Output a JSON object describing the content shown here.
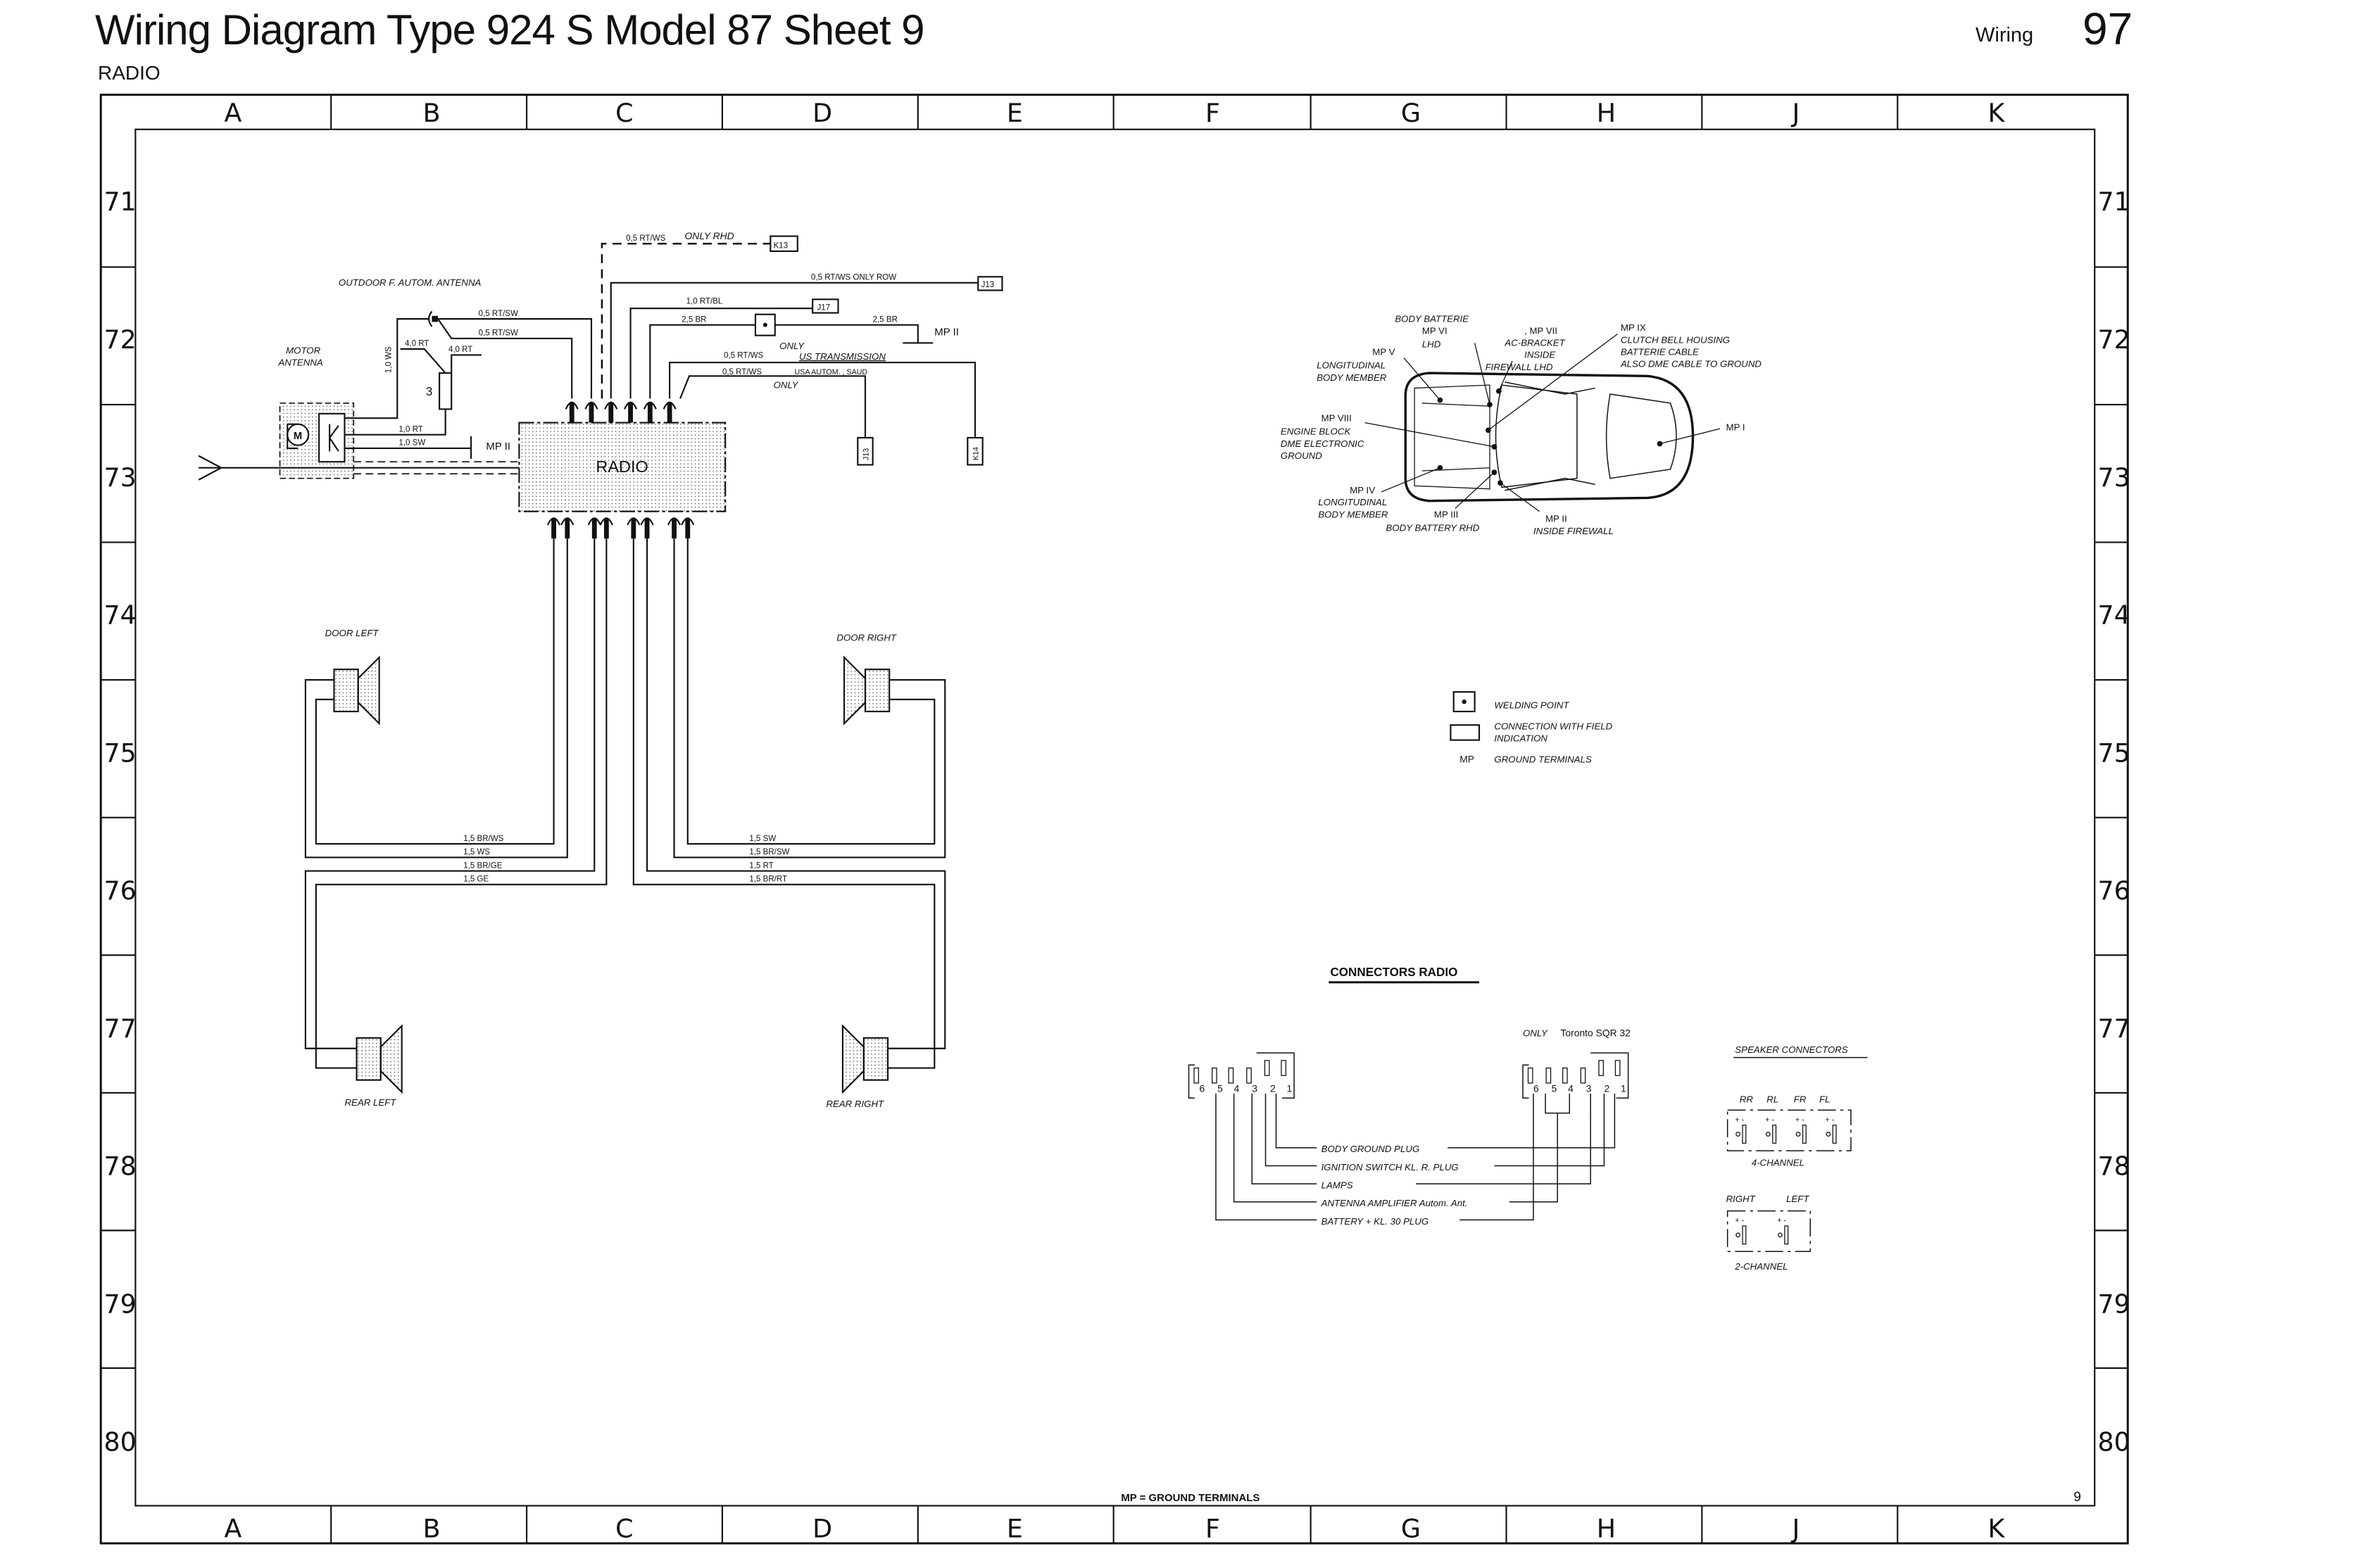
{
  "header": {
    "title": "Wiring Diagram Type 924 S Model 87 Sheet 9",
    "section": "RADIO",
    "category": "Wiring",
    "page_number": "97"
  },
  "grid": {
    "columns": [
      "A",
      "B",
      "C",
      "D",
      "E",
      "F",
      "G",
      "H",
      "J",
      "K"
    ],
    "rows": [
      "71",
      "72",
      "73",
      "74",
      "75",
      "76",
      "77",
      "78",
      "79",
      "80"
    ]
  },
  "radio": {
    "label": "RADIO",
    "antenna_title": "OUTDOOR F. AUTOM. ANTENNA",
    "motor_antenna_1": "MOTOR",
    "motor_antenna_2": "ANTENNA",
    "fuse_number": "3",
    "wires": {
      "k13_wire": "0,5  RT/WS",
      "only_rhd": "ONLY RHD",
      "k13_box": "K13",
      "j13_wire": "0,5 RT/WS ONLY ROW",
      "j13_box": "J13",
      "j17_wire": "1,0 RT/BL",
      "j17_box": "J17",
      "br_wire_1": "2,5  BR",
      "br_wire_2": "2,5 BR",
      "mp_ii_top": "MP II",
      "only_1": "ONLY",
      "us_wire": "0,5 RT/WS",
      "us_transmission": "US TRANSMISSION",
      "k14_box": "K14",
      "usa_wire": "0,5   RT/WS",
      "usa_autom": "USA AUTOM. , SAUD",
      "only_2": "ONLY",
      "j13_box_2": "J13",
      "ant_wire_1": "0,5  RT/SW",
      "ant_wire_2": "0,5  RT/SW",
      "ws_wire": "1,0  WS",
      "fuse_in": "4,0 RT",
      "fuse_out": "4,0 RT",
      "rt_wire": "1,0 RT",
      "sw_wire": "1,0 SW",
      "mp_ii_left": "MP II"
    }
  },
  "speakers": {
    "door_left": "DOOR LEFT",
    "door_right": "DOOR RIGHT",
    "rear_left": "REAR LEFT",
    "rear_right": "REAR RIGHT",
    "left_wires": [
      "1,5 BR/WS",
      "1,5 WS",
      "1,5 BR/GE",
      "1,5 GE"
    ],
    "right_wires": [
      "1,5 SW",
      "1,5 BR/SW",
      "1,5 RT",
      "1,5 BR/RT"
    ]
  },
  "ground_points": {
    "body_batterie": "BODY BATTERIE",
    "mp_vi": "MP VI",
    "lhd": "LHD",
    "mp_vii": ", MP VII",
    "ac_bracket": "AC-BRACKET",
    "inside": "INSIDE",
    "firewall_lhd": "FIREWALL LHD",
    "mp_ix": "MP IX",
    "clutch": "CLUTCH BELL HOUSING",
    "batterie_cable": "BATTERIE CABLE",
    "dme_cable": "ALSO DME CABLE TO GROUND",
    "mp_v": "MP V",
    "longitudinal_1": "LONGITUDINAL",
    "body_member_1": "BODY MEMBER",
    "mp_viii": "MP VIII",
    "engine_block": "ENGINE BLOCK",
    "dme_electronic": "DME ELECTRONIC",
    "ground": "GROUND",
    "mp_iv": "MP IV",
    "longitudinal_2": "LONGITUDINAL",
    "body_member_2": "BODY MEMBER",
    "mp_iii": "MP III",
    "body_battery_rhd": "BODY BATTERY RHD",
    "mp_ii": "MP II",
    "inside_firewall": "INSIDE FIREWALL",
    "mp_i": "MP I"
  },
  "legend": {
    "welding_point": "WELDING POINT",
    "connection_1": "CONNECTION WITH FIELD",
    "connection_2": "INDICATION",
    "mp_symbol": "MP",
    "ground_terminals": "GROUND TERMINALS"
  },
  "connectors": {
    "title": "CONNECTORS   RADIO",
    "toronto_only": "ONLY",
    "toronto": "Toronto SQR 32",
    "pins": [
      "6",
      "5",
      "4",
      "3",
      "2",
      "1"
    ],
    "functions": [
      "BODY GROUND PLUG",
      "IGNITION SWITCH KL. R. PLUG",
      "LAMPS",
      "ANTENNA AMPLIFIER Autom. Ant.",
      "BATTERY + KL. 30 PLUG"
    ],
    "speaker_title": "SPEAKER CONNECTORS",
    "four_channel_labels": [
      "RR",
      "RL",
      "FR",
      "FL"
    ],
    "four_channel": "4-CHANNEL",
    "two_channel_labels": [
      "RIGHT",
      "LEFT"
    ],
    "two_channel": "2-CHANNEL"
  },
  "footer": {
    "note": "MP = GROUND TERMINALS",
    "sheet": "9"
  }
}
